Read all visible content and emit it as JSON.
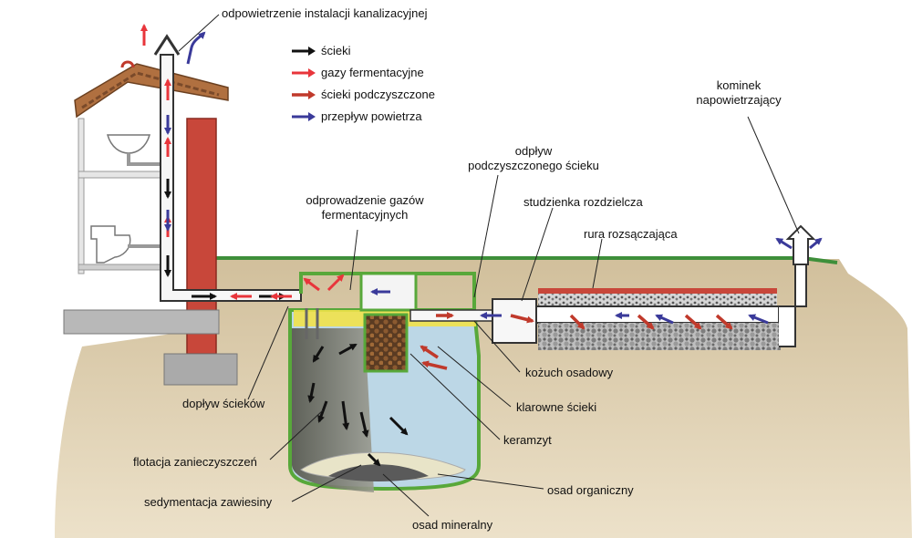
{
  "colors": {
    "sewage_arrow": "#111111",
    "fermentation_gas_arrow": "#e8353b",
    "treated_sewage_arrow": "#c0392b",
    "air_flow_arrow": "#3a3a9a",
    "ground": "#d9c39a",
    "grass": "#3e8f3a",
    "brick": "#c8473a",
    "clear_water": "#bcd7e6",
    "sludge": "#6b6b5e",
    "tank_outline": "#58a83a"
  },
  "legend": [
    {
      "label": "ścieki",
      "color": "#111111",
      "arrow": "sewage"
    },
    {
      "label": "gazy fermentacyjne",
      "color": "#e8353b",
      "arrow": "fermentation-gas"
    },
    {
      "label": "ścieki podczyszczone",
      "color": "#c0392b",
      "arrow": "treated-sewage"
    },
    {
      "label": "przepływ powietrza",
      "color": "#3a3a9a",
      "arrow": "air-flow"
    }
  ],
  "labels": {
    "vent": "odpowietrzenie instalacji kanalizacyjnej",
    "inlet": "dopływ ścieków",
    "flotation": "flotacja zanieczyszczeń",
    "sedimentation": "sedymentacja zawiesiny",
    "mineral_sludge": "osad mineralny",
    "gas_removal_1": "odprowadzenie gazów",
    "gas_removal_2": "fermentacyjnych",
    "outflow_1": "odpływ",
    "outflow_2": "podczyszczonego ścieku",
    "distribution_box": "studzienka rozdzielcza",
    "drain_pipe": "rura rozsączająca",
    "aeration_vent_1": "kominek",
    "aeration_vent_2": "napowietrzający",
    "scum": "kożuch osadowy",
    "clear_sewage": "klarowne ścieki",
    "expanded_clay": "keramzyt",
    "organic_sludge": "osad organiczny"
  }
}
